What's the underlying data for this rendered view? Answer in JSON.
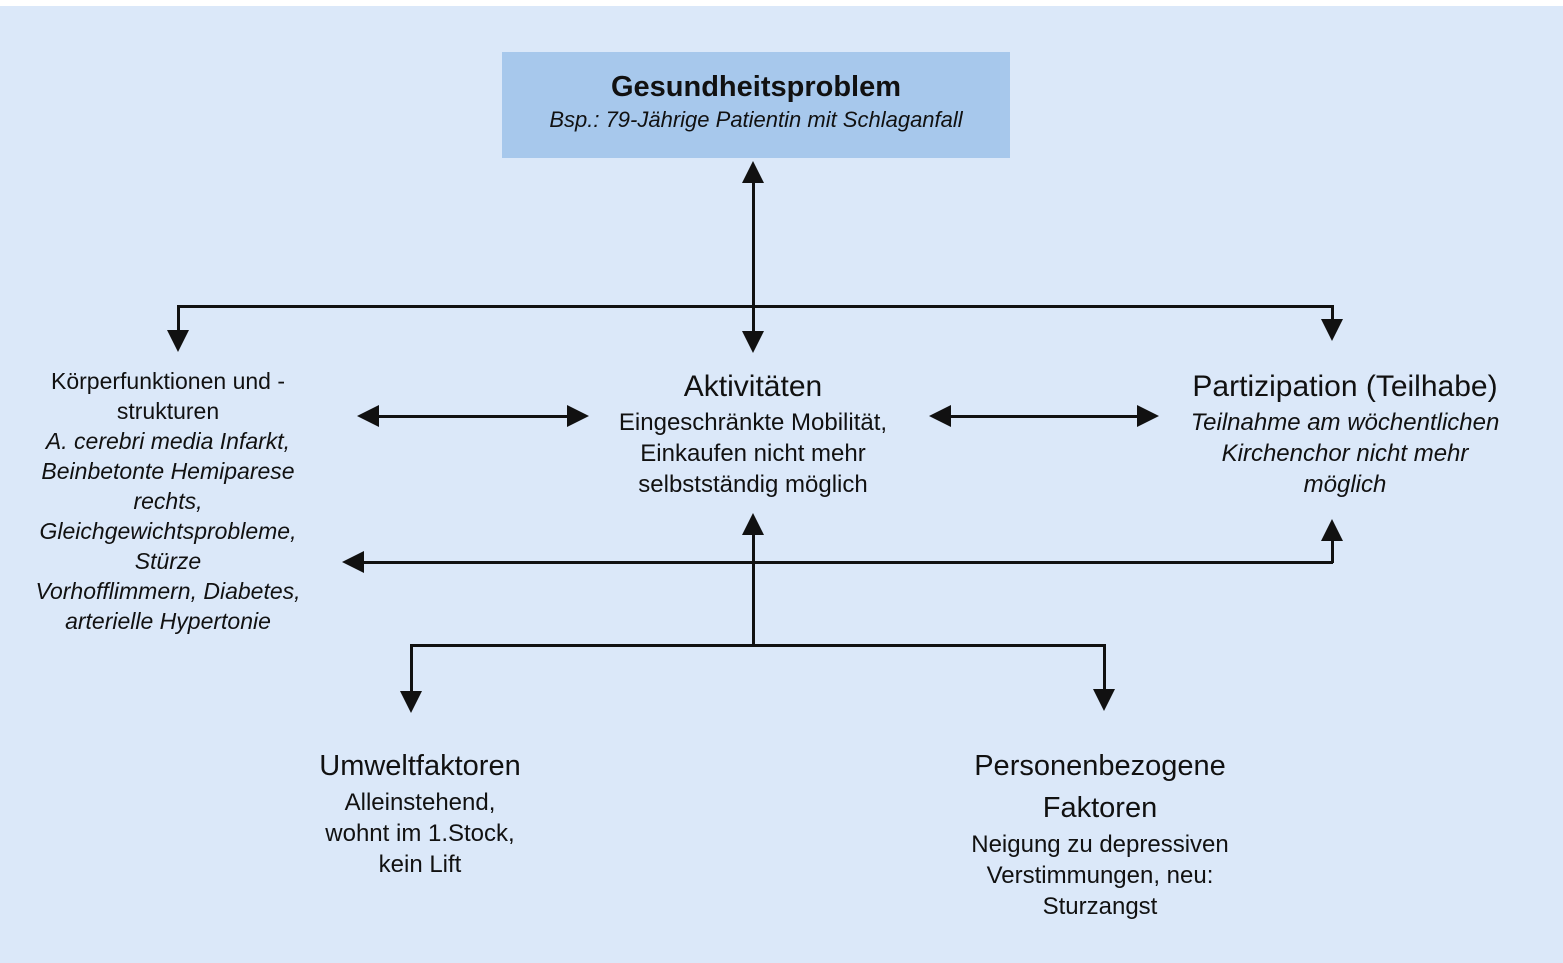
{
  "colors": {
    "background": "#dbe8f9",
    "box_fill": "#a7c8ec",
    "line": "#111111"
  },
  "health_problem": {
    "title": "Gesundheitsproblem",
    "example": "Bsp.: 79-Jährige Patientin mit Schlaganfall"
  },
  "body_functions": {
    "title_lines": [
      "Körperfunktionen und -",
      "strukturen"
    ],
    "details": [
      "A. cerebri media Infarkt,",
      "Beinbetonte Hemiparese",
      "rechts,",
      "Gleichgewichtsprobleme,",
      "Stürze",
      "Vorhofflimmern, Diabetes,",
      "arterielle Hypertonie"
    ]
  },
  "activities": {
    "title": "Aktivitäten",
    "details": [
      "Eingeschränkte Mobilität,",
      "Einkaufen nicht mehr",
      "selbstständig möglich"
    ]
  },
  "participation": {
    "title": "Partizipation (Teilhabe)",
    "details": [
      "Teilnahme am wöchentlichen",
      "Kirchenchor nicht mehr",
      "möglich"
    ]
  },
  "environment": {
    "title": "Umweltfaktoren",
    "details": [
      "Alleinstehend,",
      "wohnt im 1.Stock,",
      "kein Lift"
    ]
  },
  "personal": {
    "title_lines": [
      "Personenbezogene",
      "Faktoren"
    ],
    "details": [
      "Neigung zu depressiven",
      "Verstimmungen, neu:",
      "Sturzangst"
    ]
  }
}
